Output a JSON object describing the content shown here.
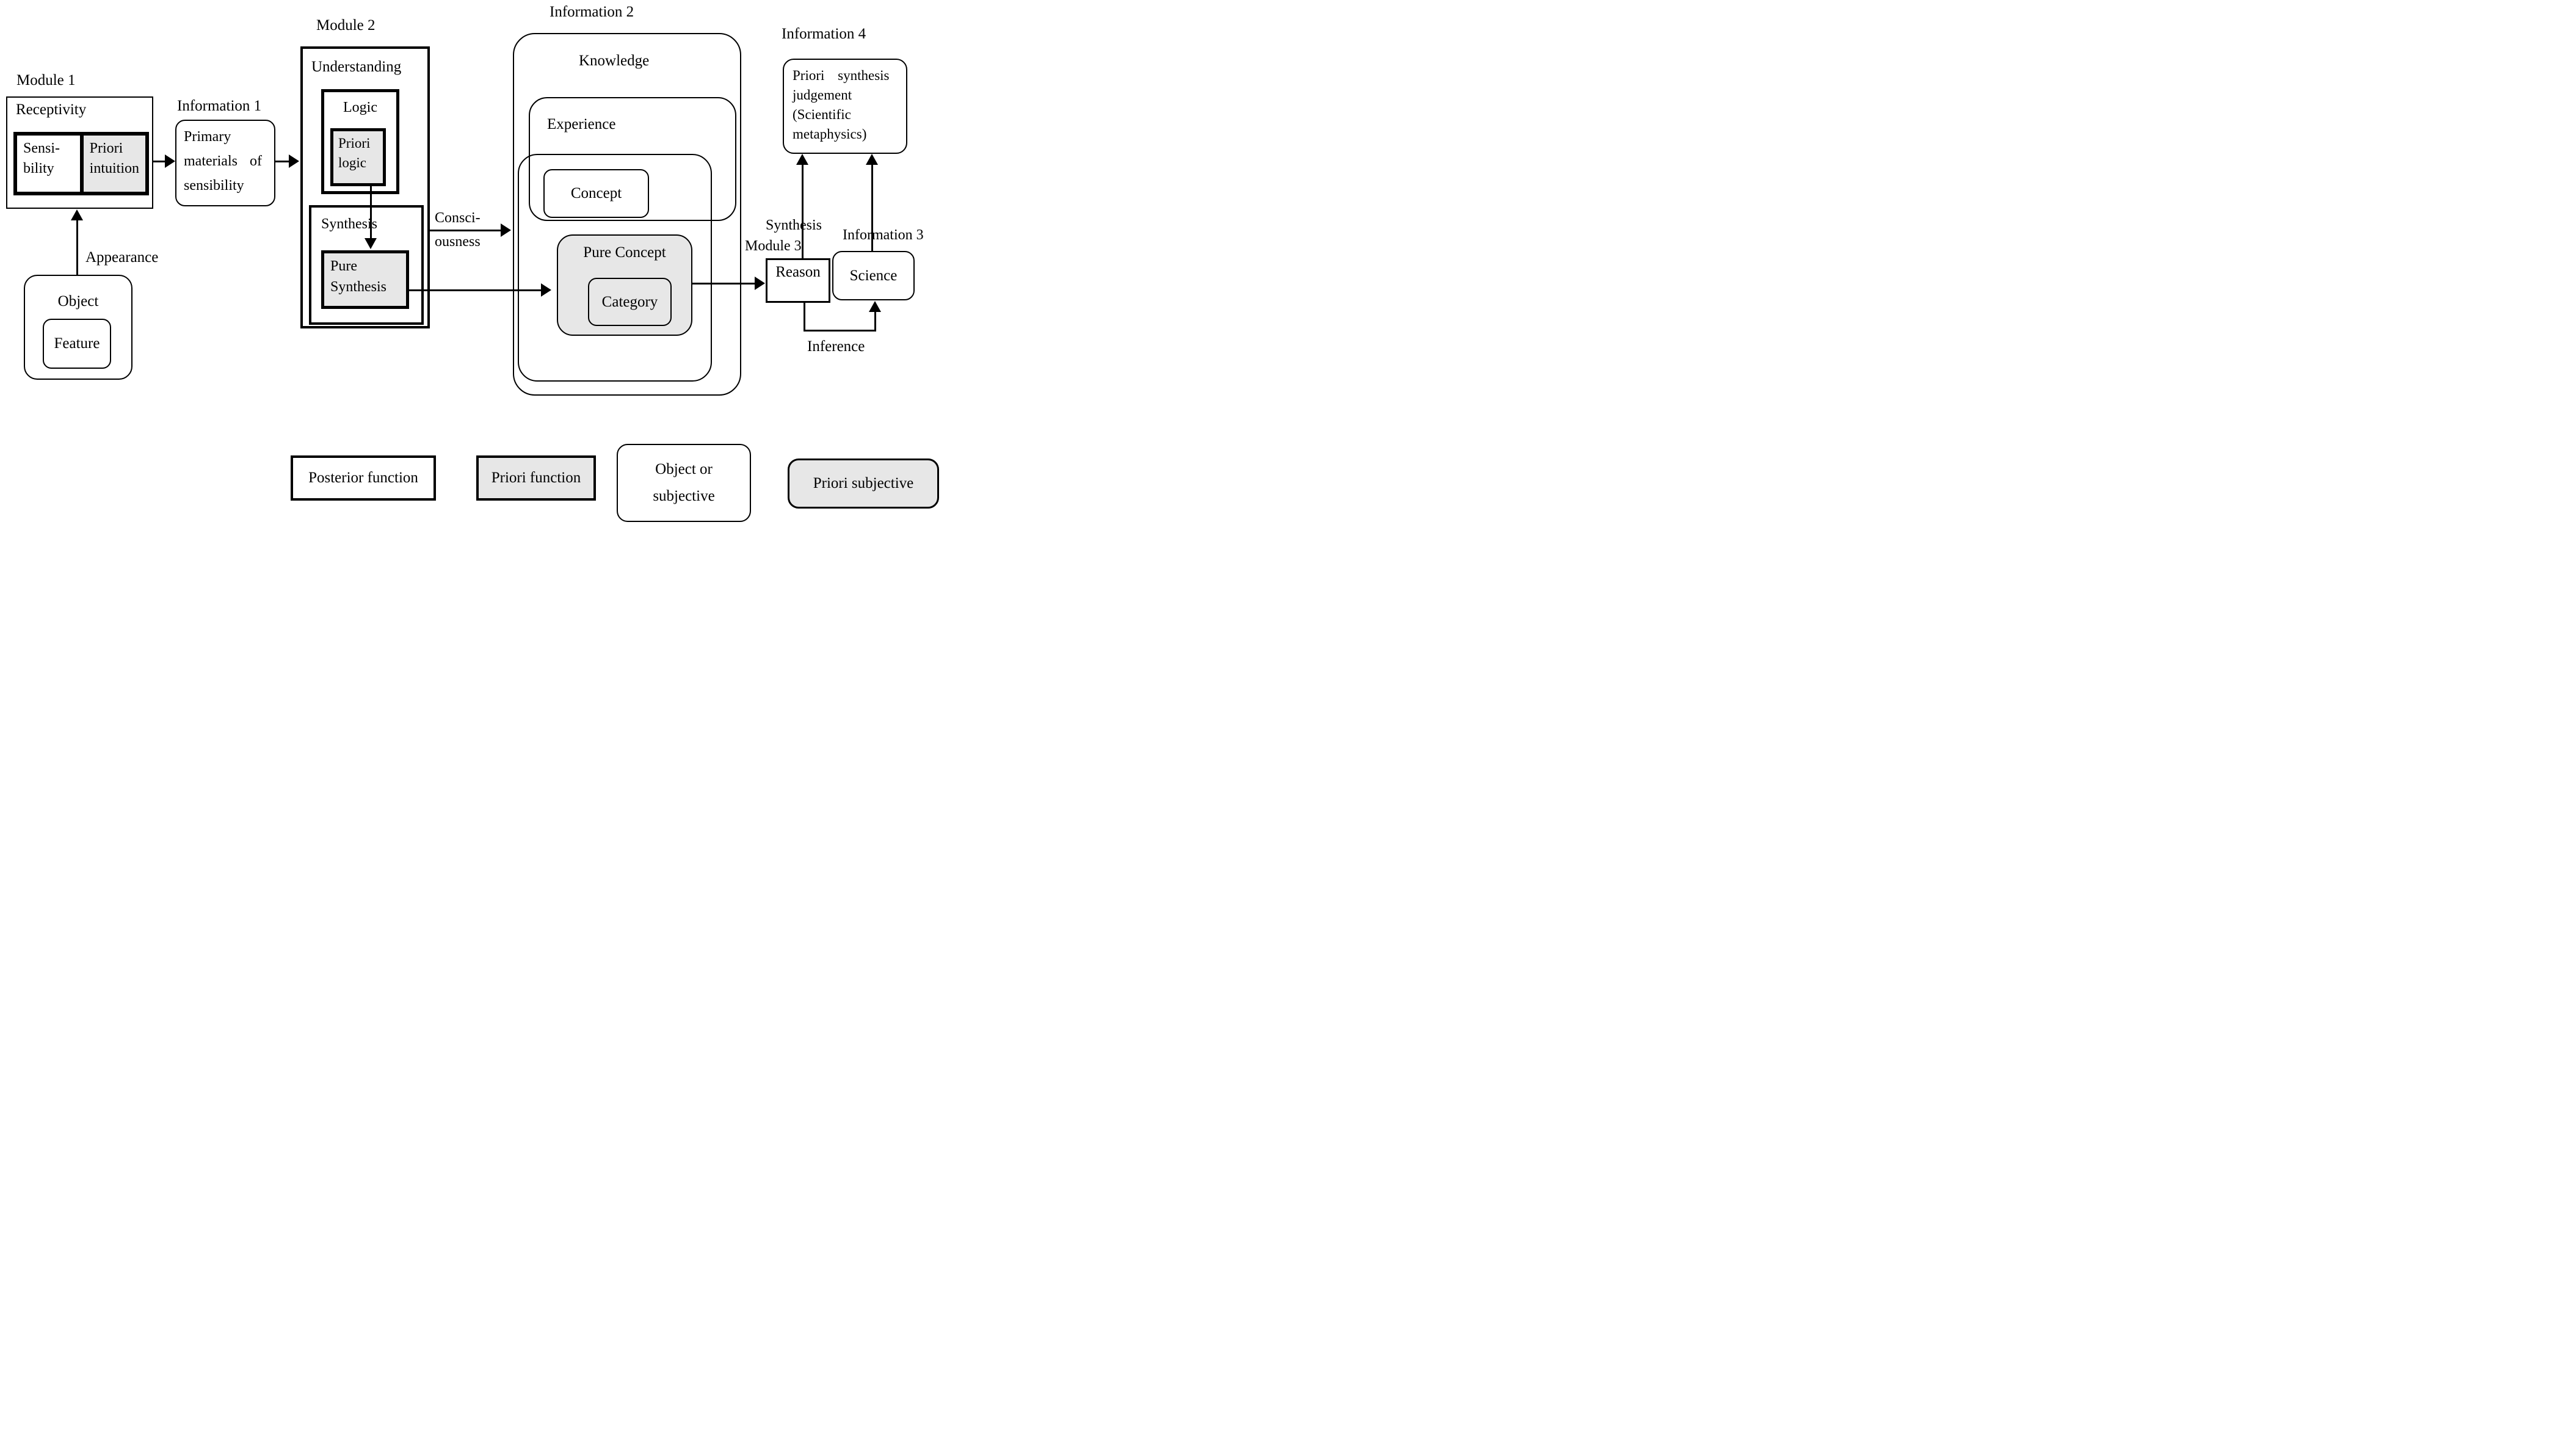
{
  "colors": {
    "priori_fill": "#e7e7e7",
    "line": "#000000",
    "text": "#000000",
    "background": "#ffffff"
  },
  "module1": {
    "label": "Module 1",
    "receptivity_title": "Receptivity",
    "sensibility_line1": "Sensi-",
    "sensibility_line2": "bility",
    "priori_intuition_line1": "Priori",
    "priori_intuition_line2": "intuition"
  },
  "object_group": {
    "appearance_label": "Appearance",
    "object_title": "Object",
    "feature_title": "Feature"
  },
  "information1": {
    "label": "Information 1",
    "line1": "Primary",
    "line2": "materials of",
    "line3": "sensibility"
  },
  "module2": {
    "label": "Module 2",
    "understanding_title": "Understanding",
    "logic_title": "Logic",
    "priori_logic_line1": "Priori",
    "priori_logic_line2": "logic",
    "synthesis_title": "Synthesis",
    "pure_synthesis_line1": "Pure",
    "pure_synthesis_line2": "Synthesis"
  },
  "consciousness": {
    "line1": "Consci-",
    "line2": "ousness"
  },
  "information2": {
    "label": "Information 2",
    "knowledge_title": "Knowledge",
    "experience_title": "Experience",
    "concept_title": "Concept",
    "pure_concept_title": "Pure Concept",
    "category_title": "Category"
  },
  "module3": {
    "synthesis_label": "Synthesis",
    "label": "Module 3",
    "reason_title": "Reason"
  },
  "information3": {
    "label": "Information 3",
    "science_title": "Science",
    "inference_label": "Inference"
  },
  "information4": {
    "label": "Information 4",
    "line1": "Priori synthesis",
    "line2": "judgement",
    "line3": "(Scientific",
    "line4": "metaphysics)"
  },
  "legend": {
    "posterior_function": "Posterior function",
    "priori_function": "Priori function",
    "object_subjective_line1": "Object or",
    "object_subjective_line2": "subjective",
    "priori_subjective": "Priori subjective"
  }
}
